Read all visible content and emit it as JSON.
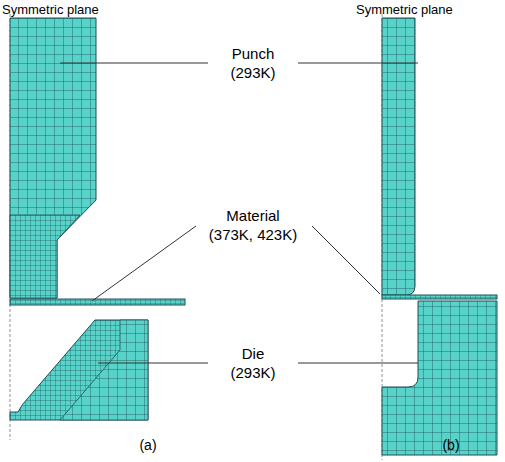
{
  "diagram": {
    "labels": [
      "Symmetric plane",
      "Symmetric plane",
      "Punch (293K)",
      "Material (373K, 423K)",
      "Die (293K)",
      "(a)",
      "(b)"
    ]
  }
}
